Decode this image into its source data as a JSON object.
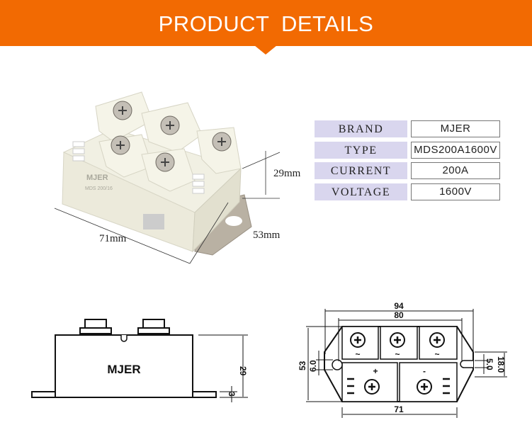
{
  "header": {
    "title": "PRODUCT DETAILS",
    "color": "#f26a02"
  },
  "photo": {
    "brand_marking": "MJER",
    "model_marking": "MDS 200/16",
    "dimensions": {
      "length": "71mm",
      "width": "53mm",
      "height": "29mm"
    }
  },
  "specs": [
    {
      "label": "BRAND",
      "value": "MJER"
    },
    {
      "label": "TYPE",
      "value": "MDS200A1600V"
    },
    {
      "label": "CURRENT",
      "value": "200A"
    },
    {
      "label": "VOLTAGE",
      "value": "1600V"
    }
  ],
  "side_drawing": {
    "brand": "MJER",
    "height": "29",
    "base": "3"
  },
  "top_drawing": {
    "overall_width": "94",
    "hole_spacing": "80",
    "body_length": "71",
    "depth": "53",
    "hole_dia": "6.0",
    "slot_width": "5.0",
    "slot_height": "18.0",
    "ac_symbol": "~",
    "plus": "+",
    "minus": "-"
  }
}
